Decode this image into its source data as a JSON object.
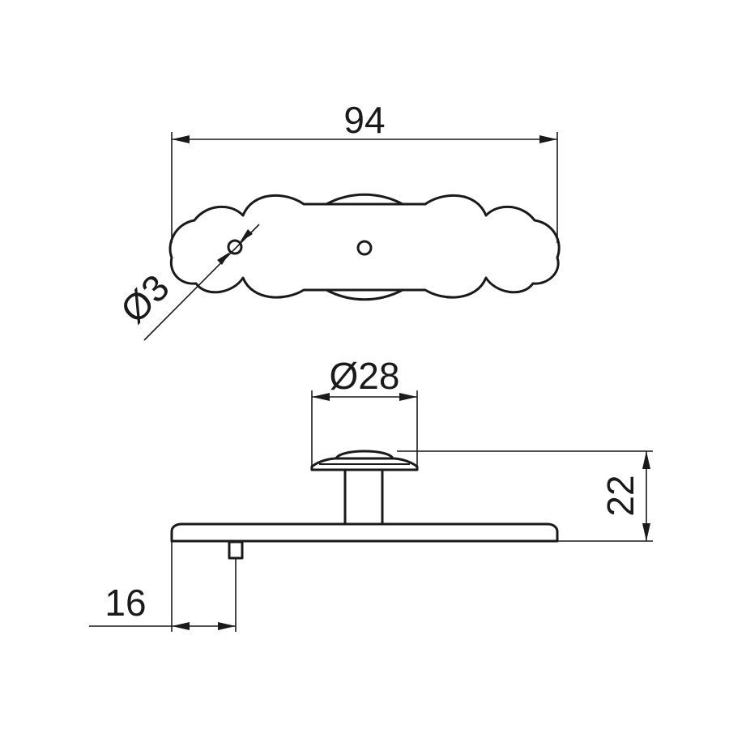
{
  "drawing": {
    "dimensions": {
      "overall_length": "94",
      "hole_diameter": "Ø3",
      "knob_diameter": "Ø28",
      "height": "22",
      "offset": "16"
    },
    "colors": {
      "line": "#1a1a1a",
      "background": "#ffffff"
    }
  }
}
